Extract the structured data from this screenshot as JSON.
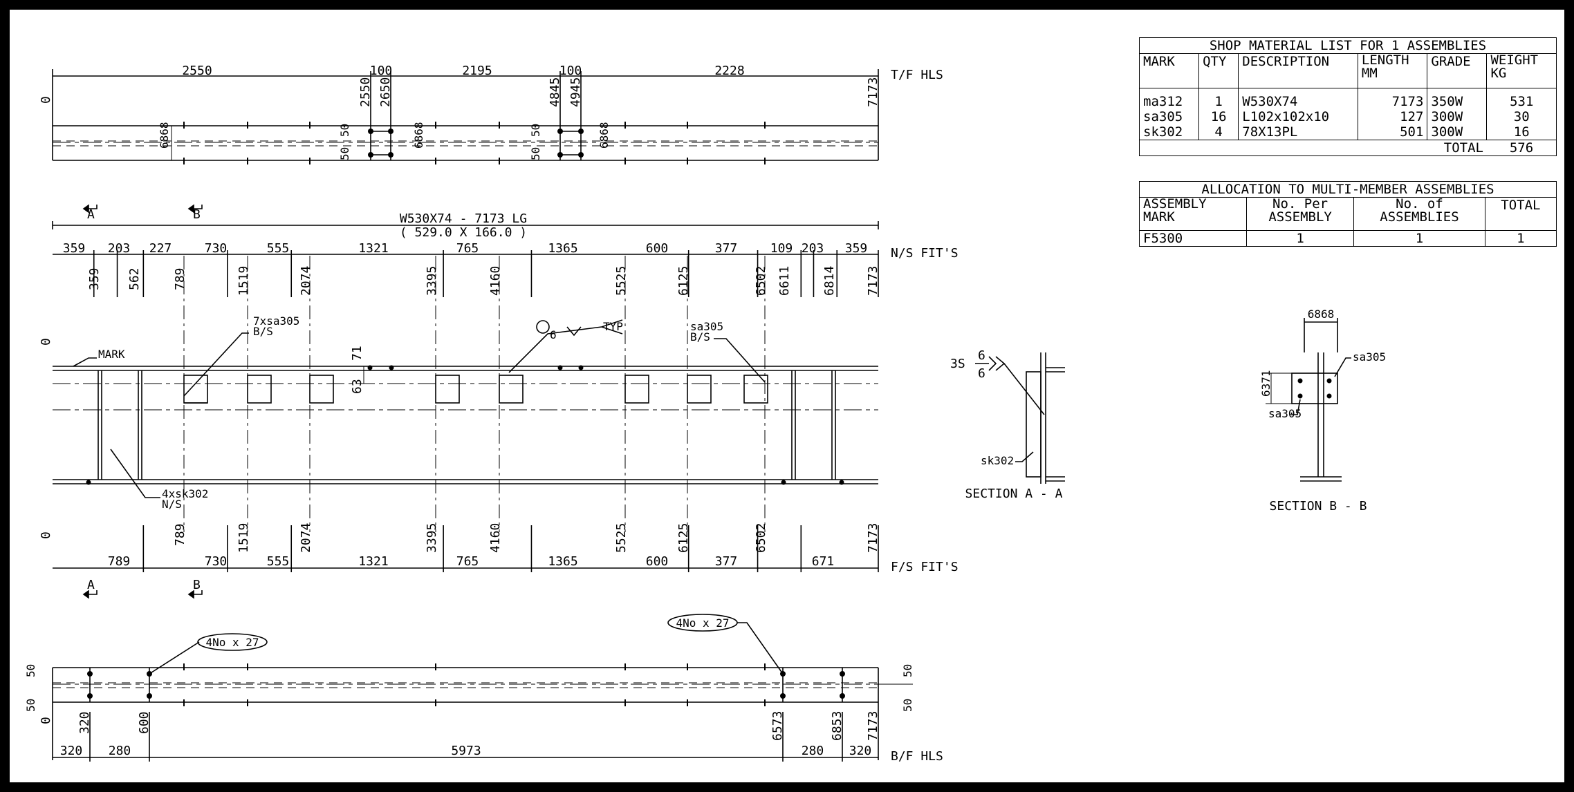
{
  "drawing": {
    "member_label": "W530X74 - 7173 LG",
    "member_dims": "( 529.0 X 166.0 )",
    "row_labels": {
      "tf": "T/F HLS",
      "ns": "N/S FIT'S",
      "fs": "F/S FIT'S",
      "bf": "B/F HLS"
    },
    "zero": "0",
    "tf_top_dims": [
      "2550",
      "100",
      "2195",
      "100",
      "2228"
    ],
    "tf_ord": [
      "2550",
      "2650",
      "4845",
      "4945",
      "7173"
    ],
    "tf_side": [
      "6868",
      "50",
      "50",
      "6868",
      "50",
      "50",
      "6868"
    ],
    "ns_top_dims": [
      "359",
      "203",
      "227",
      "730",
      "555",
      "1321",
      "765",
      "1365",
      "600",
      "377",
      "109",
      "203",
      "359"
    ],
    "ns_ord": [
      "359",
      "562",
      "789",
      "1519",
      "2074",
      "3395",
      "4160",
      "5525",
      "6125",
      "6502",
      "6611",
      "6814",
      "7173"
    ],
    "fs_ord": [
      "789",
      "1519",
      "2074",
      "3395",
      "4160",
      "5525",
      "6125",
      "6502",
      "7173"
    ],
    "fs_dims": [
      "789",
      "730",
      "555",
      "1321",
      "765",
      "1365",
      "600",
      "377",
      "671"
    ],
    "bf_ord": [
      "320",
      "600",
      "6573",
      "6853",
      "7173"
    ],
    "bf_dims": [
      "320",
      "280",
      "5973",
      "280",
      "320"
    ],
    "bf_side": [
      "50",
      "50",
      "50",
      "50"
    ],
    "section_marks": {
      "a": "A",
      "b": "B"
    },
    "annotations": {
      "mark": "MARK",
      "sa305_7": "7xsa305",
      "bs": "B/S",
      "sa305": "sa305",
      "sk302_4": "4xsk302",
      "ns": "N/S",
      "weld_size": "6",
      "typ": "TYP",
      "d71": "71",
      "d63": "63",
      "holes": "4No x 27"
    },
    "section_a": {
      "title": "SECTION A - A",
      "weld_3s": "3S",
      "weld_6a": "6",
      "weld_6b": "6",
      "part": "sk302"
    },
    "section_b": {
      "title": "SECTION B - B",
      "w": "6868",
      "h": "6371",
      "part1": "sa305",
      "part2": "sa305"
    }
  },
  "shop_list": {
    "title": "SHOP MATERIAL LIST FOR 1 ASSEMBLIES",
    "headers": [
      "MARK",
      "QTY",
      "DESCRIPTION",
      "LENGTH\nMM",
      "GRADE",
      "WEIGHT\nKG"
    ],
    "rows": [
      [
        "ma312",
        "1",
        "W530X74",
        "7173",
        "350W",
        "531"
      ],
      [
        "sa305",
        "16",
        "L102x102x10",
        "127",
        "300W",
        "30"
      ],
      [
        "sk302",
        "4",
        "78X13PL",
        "501",
        "300W",
        "16"
      ]
    ],
    "total_label": "TOTAL",
    "total_value": "576"
  },
  "allocation": {
    "title": "ALLOCATION TO MULTI-MEMBER ASSEMBLIES",
    "headers": [
      "ASSEMBLY\nMARK",
      "No. Per\nASSEMBLY",
      "No. of\nASSEMBLIES",
      "TOTAL"
    ],
    "rows": [
      [
        "F5300",
        "1",
        "1",
        "1"
      ]
    ]
  }
}
